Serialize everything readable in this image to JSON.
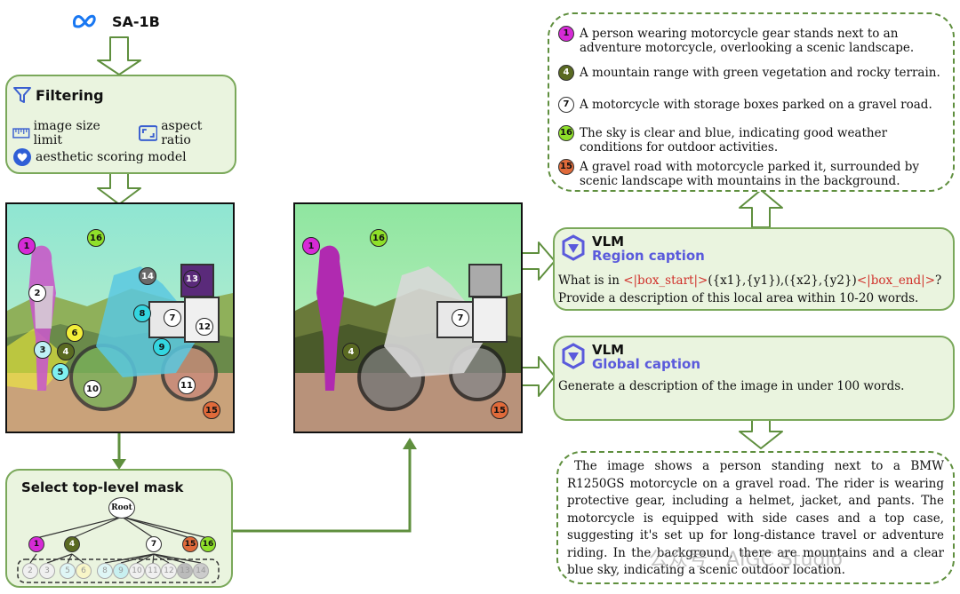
{
  "source": {
    "label": "SA-1B",
    "logo_icon": "meta-logo-icon"
  },
  "filtering": {
    "title": "Filtering",
    "items": [
      {
        "label": "image size limit",
        "icon": "ruler-icon"
      },
      {
        "label": "aspect ratio",
        "icon": "aspect-ratio-icon"
      },
      {
        "label": "aesthetic scoring model",
        "icon": "heart-badge-icon"
      }
    ]
  },
  "badges_left": [
    {
      "n": "1",
      "color": "#d62ad6"
    },
    {
      "n": "16",
      "color": "#8fe02a"
    },
    {
      "n": "2",
      "color": "#ffffff"
    },
    {
      "n": "14",
      "color": "#6a6a6a"
    },
    {
      "n": "13",
      "color": "#5a2a7a"
    },
    {
      "n": "8",
      "color": "#33d6e0"
    },
    {
      "n": "7",
      "color": "#ffffff"
    },
    {
      "n": "12",
      "color": "#ffffff"
    },
    {
      "n": "6",
      "color": "#f2ee3a"
    },
    {
      "n": "4",
      "color": "#5a6a22"
    },
    {
      "n": "3",
      "color": "#bff0f5"
    },
    {
      "n": "9",
      "color": "#33d6e0"
    },
    {
      "n": "5",
      "color": "#7ff0f0"
    },
    {
      "n": "10",
      "color": "#ffffff"
    },
    {
      "n": "11",
      "color": "#ffffff"
    },
    {
      "n": "15",
      "color": "#e06a3a"
    }
  ],
  "badges_right": [
    {
      "n": "1",
      "color": "#d62ad6"
    },
    {
      "n": "16",
      "color": "#8fe02a"
    },
    {
      "n": "7",
      "color": "#ffffff"
    },
    {
      "n": "4",
      "color": "#5a6a22"
    },
    {
      "n": "15",
      "color": "#e06a3a"
    }
  ],
  "select_mask": {
    "title": "Select top-level mask",
    "root": "Root",
    "top": [
      {
        "n": "1",
        "color": "#d62ad6"
      },
      {
        "n": "4",
        "color": "#5a6a22"
      },
      {
        "n": "7",
        "color": "#ffffff"
      },
      {
        "n": "15",
        "color": "#e06a3a"
      },
      {
        "n": "16",
        "color": "#8fe02a"
      }
    ],
    "children": [
      "2",
      "3",
      "5",
      "6",
      "8",
      "9",
      "10",
      "11",
      "12",
      "13",
      "14"
    ]
  },
  "region_captions": [
    {
      "n": "1",
      "color": "#d62ad6",
      "text": "A person wearing motorcycle gear stands next to an adventure motorcycle, overlooking a scenic landscape."
    },
    {
      "n": "4",
      "color": "#5a6a22",
      "text": "A mountain range with green vegetation and rocky terrain."
    },
    {
      "n": "7",
      "color": "#ffffff",
      "text": "A motorcycle with storage boxes parked on a gravel road."
    },
    {
      "n": "16",
      "color": "#8fe02a",
      "text": "The sky is clear and blue, indicating good weather conditions for outdoor activities."
    },
    {
      "n": "15",
      "color": "#e06a3a",
      "text": "A gravel road with motorcycle parked it, surrounded by scenic landscape with mountains in the background."
    }
  ],
  "region_vlm": {
    "title": "VLM",
    "subtitle": "Region caption",
    "prompt_a": "What is in ",
    "box_start": "<|box_start|>",
    "coords": "({x1},{y1}),({x2},{y2})",
    "box_end": "<|box_end|>",
    "prompt_b": "?",
    "prompt_c": "Provide a description of this local area within 10-20 words."
  },
  "global_vlm": {
    "title": "VLM",
    "subtitle": "Global caption",
    "prompt": "Generate a description of the image in under 100 words."
  },
  "global_caption": "The image shows a person standing next to a BMW R1250GS motorcycle on a gravel road. The rider is wearing protective gear, including a helmet, jacket, and pants. The motorcycle is equipped with side cases and a top case, suggesting it's set up for long-distance travel or adventure riding. In the background, there are mountains and a clear blue sky, indicating a scenic outdoor location.",
  "watermark": "公众号 · AIGC Studio"
}
